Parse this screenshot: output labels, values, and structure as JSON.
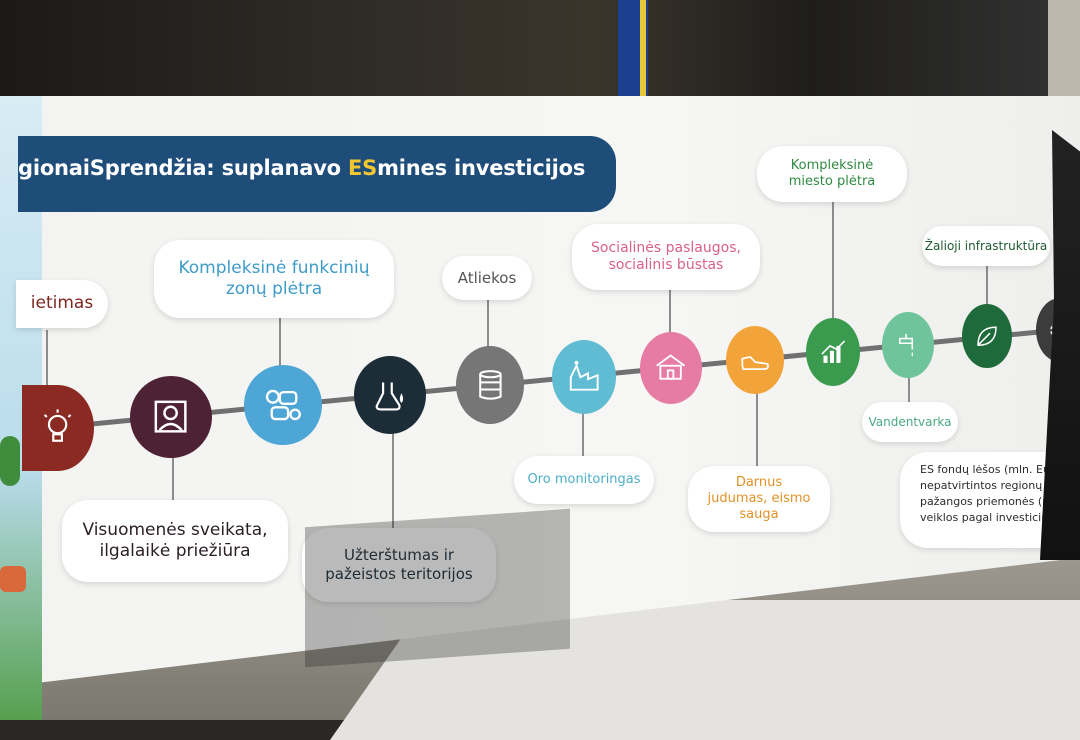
{
  "title": {
    "prefix": "gionaiSprendžia: suplanavo ",
    "accent": "ES",
    "suffix": "mines investicijos"
  },
  "labels": {
    "svietimas": "ietimas",
    "kompleksine_funkciniu": "Kompleksinė funkcinių zonų plėtra",
    "atliekos": "Atliekos",
    "socialines": "Socialinės paslaugos, socialinis būstas",
    "kompleksine_miesto": "Kompleksinė miesto plėtra",
    "zalioji": "Žalioji infrastruktūra",
    "visuomenes": "Visuomenės sveikata, ilgalaikė priežiūra",
    "uzterstumas": "Užterštumas ir pažeistos teritorijos",
    "oro": "Oro monitoringas",
    "darnus": "Darnus judumas, eismo sauga",
    "vandentvarka": "Vandentvarka"
  },
  "note_lines": [
    "ES fondų lėšos (mln. Eur), dėl kuri",
    "nepatvirtintos regionų plėtros plan",
    "pažangos priemonės (planuojamo",
    "veiklos pagal investicines sritis)*"
  ],
  "colors": {
    "title_bar": "#1f4d7a",
    "accent": "#f2c630",
    "education": "#8a2a22",
    "health": "#4e2235",
    "functional": "#4da6d6",
    "pollution": "#1d2d38",
    "waste": "#767676",
    "air": "#5fbcd3",
    "social": "#e67ca3",
    "mobility": "#f2a33a",
    "urban": "#3a9a4e",
    "water": "#6fc49b",
    "green": "#1f6a3a",
    "infra": "#3c3c3c"
  },
  "icons": [
    "lightbulb-icon",
    "person-frame-icon",
    "chat-icons-icon",
    "flask-icon",
    "barrel-icon",
    "factory-icon",
    "house-icon",
    "sneaker-icon",
    "growth-chart-icon",
    "water-tap-icon",
    "leaf-icon",
    "gear-icon"
  ]
}
